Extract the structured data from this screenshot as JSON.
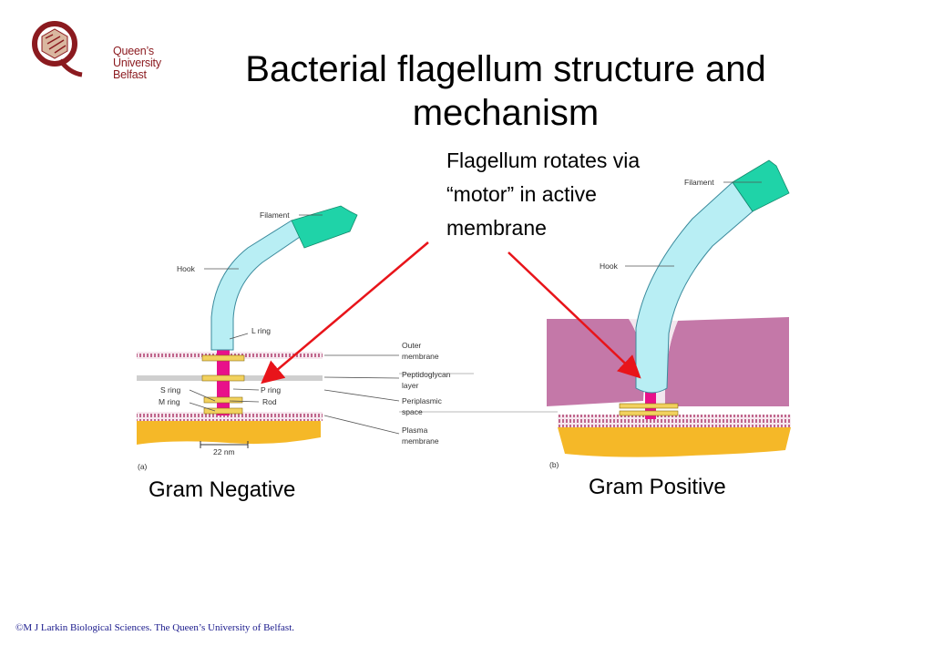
{
  "logo": {
    "line1": "Queen’s University",
    "line2": "Belfast",
    "letter": "Q"
  },
  "title": {
    "line1": "Bacterial flagellum structure and",
    "line2": "mechanism"
  },
  "callout": {
    "line1": "Flagellum rotates via",
    "line2": "“motor” in active",
    "line3": "membrane"
  },
  "gram_negative": {
    "caption": "Gram Negative",
    "panel_label": "(a)",
    "labels": {
      "filament": "Filament",
      "hook": "Hook",
      "l_ring": "L ring",
      "p_ring": "P ring",
      "s_ring": "S ring",
      "m_ring": "M ring",
      "rod": "Rod",
      "scale": "22 nm",
      "outer_membrane_1": "Outer",
      "outer_membrane_2": "membrane",
      "peptidoglycan_1": "Peptidoglycan",
      "peptidoglycan_2": "layer",
      "periplasmic_1": "Periplasmic",
      "periplasmic_2": "space",
      "plasma_1": "Plasma",
      "plasma_2": "membrane"
    }
  },
  "gram_positive": {
    "caption": "Gram Positive",
    "panel_label": "(b)",
    "labels": {
      "filament": "Filament",
      "hook": "Hook"
    }
  },
  "colors": {
    "filament": "#1fd3a8",
    "hook": "#b8eef4",
    "rod": "#e8118a",
    "ring": "#f2d15e",
    "membrane": "#c04a7a",
    "cell_wall": "#c478a8",
    "cytoplasm": "#f5b828",
    "arrow": "#e8141a",
    "footer_text": "#1a1a8c"
  },
  "footer": {
    "text": "©M J Larkin  Biological Sciences. The  Queen’s University of Belfast."
  }
}
